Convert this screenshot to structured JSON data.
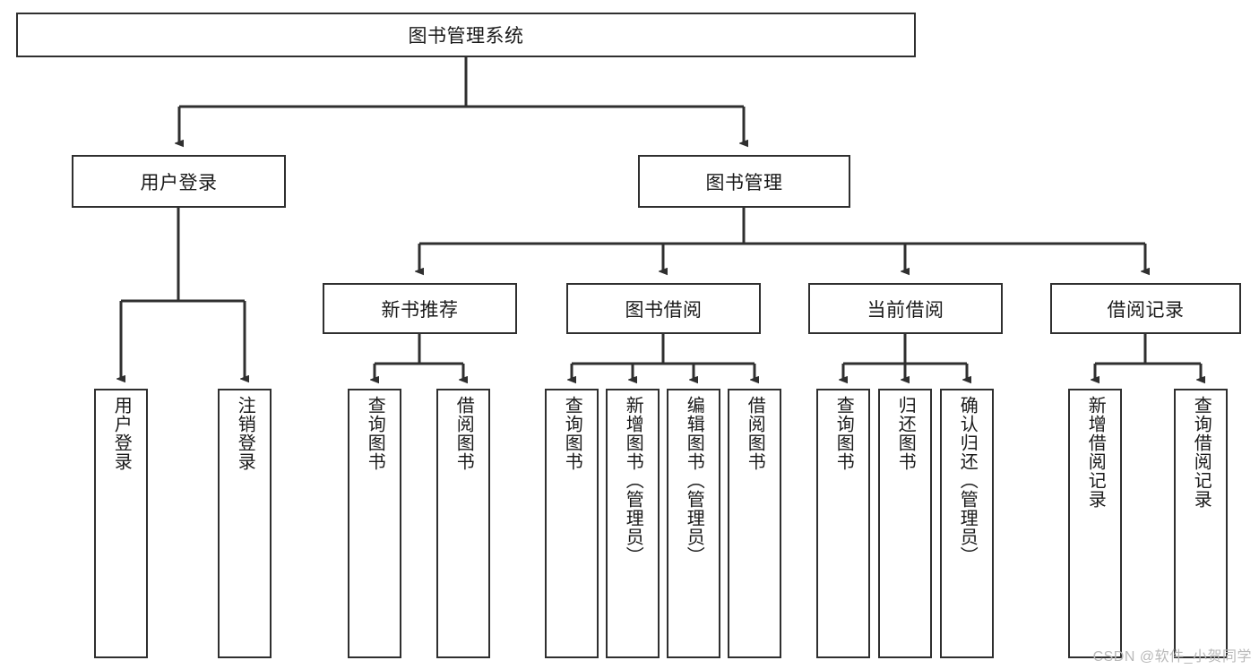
{
  "diagram": {
    "title": "图书管理系统",
    "type": "tree-hierarchy-chart",
    "watermark": "CSDN @软件_小贺同学",
    "line_color": "#2f2f2f",
    "box_fill": "#ffffff",
    "text_color": "#1a1a1a",
    "watermark_color": "#b9b9b9"
  },
  "nodes": {
    "root": {
      "label": "图书管理系统"
    },
    "level1": [
      {
        "label": "用户登录"
      },
      {
        "label": "图书管理"
      }
    ],
    "level2": [
      {
        "label": "新书推荐"
      },
      {
        "label": "图书借阅"
      },
      {
        "label": "当前借阅"
      },
      {
        "label": "借阅记录"
      }
    ],
    "leaves_user_login": [
      {
        "label": "用户登录"
      },
      {
        "label": "注销登录"
      }
    ],
    "leaves_new_book": [
      {
        "label": "查询图书"
      },
      {
        "label": "借阅图书"
      }
    ],
    "leaves_borrow": [
      {
        "label": "查询图书"
      },
      {
        "label": "新增图书（管理员）"
      },
      {
        "label": "编辑图书（管理员）"
      },
      {
        "label": "借阅图书"
      }
    ],
    "leaves_current": [
      {
        "label": "查询图书"
      },
      {
        "label": "归还图书"
      },
      {
        "label": "确认归还（管理员）"
      }
    ],
    "leaves_records": [
      {
        "label": "新增借阅记录"
      },
      {
        "label": "查询借阅记录"
      }
    ]
  }
}
